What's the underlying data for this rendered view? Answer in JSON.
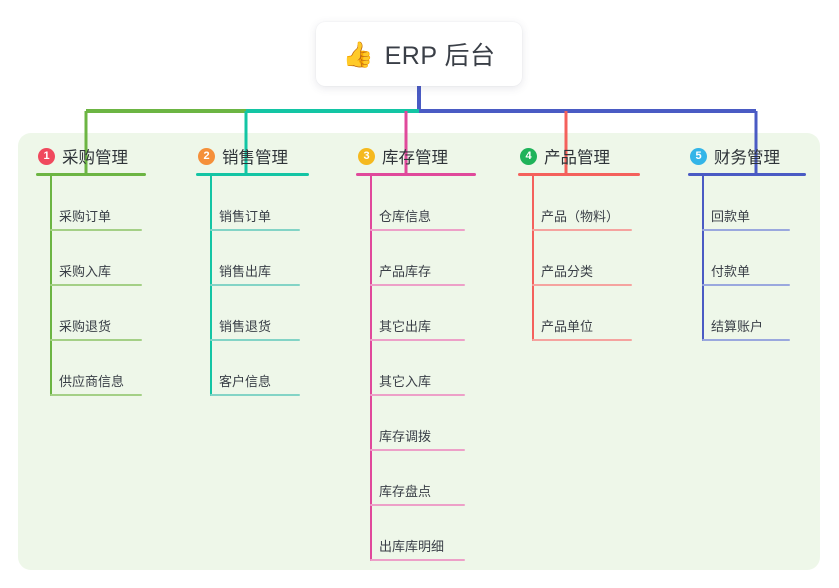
{
  "diagram": {
    "type": "mind-map",
    "title": "ERP 后台",
    "background_panel_color": "#eef7e9",
    "root": {
      "icon": "thumbs-up-icon",
      "emoji": "👍",
      "label": "ERP 后台",
      "box_color": "#ffffff",
      "trunk_color": "#4a5bc4"
    },
    "branches": [
      {
        "number": "1",
        "title": "采购管理",
        "badge_color": "#f0495e",
        "line_color": "#6cb543",
        "leaf_line_color": "#a4d086",
        "items": [
          {
            "label": "采购订单"
          },
          {
            "label": "采购入库"
          },
          {
            "label": "采购退货"
          },
          {
            "label": "供应商信息"
          }
        ]
      },
      {
        "number": "2",
        "title": "销售管理",
        "badge_color": "#f5903a",
        "line_color": "#13c5a4",
        "leaf_line_color": "#83d4c6",
        "items": [
          {
            "label": "销售订单"
          },
          {
            "label": "销售出库"
          },
          {
            "label": "销售退货"
          },
          {
            "label": "客户信息"
          }
        ]
      },
      {
        "number": "3",
        "title": "库存管理",
        "badge_color": "#f5b91f",
        "line_color": "#e0499b",
        "leaf_line_color": "#eda0c8",
        "items": [
          {
            "label": "仓库信息"
          },
          {
            "label": "产品库存"
          },
          {
            "label": "其它出库"
          },
          {
            "label": "其它入库"
          },
          {
            "label": "库存调拨"
          },
          {
            "label": "库存盘点"
          },
          {
            "label": "出库库明细"
          }
        ]
      },
      {
        "number": "4",
        "title": "产品管理",
        "badge_color": "#1fb35a",
        "line_color": "#f4615c",
        "leaf_line_color": "#f5a39f",
        "items": [
          {
            "label": "产品（物料）"
          },
          {
            "label": "产品分类"
          },
          {
            "label": "产品单位"
          }
        ]
      },
      {
        "number": "5",
        "title": "财务管理",
        "badge_color": "#33b5e8",
        "line_color": "#4a5bc4",
        "leaf_line_color": "#9aa8de",
        "items": [
          {
            "label": "回款单"
          },
          {
            "label": "付款单"
          },
          {
            "label": "结算账户"
          }
        ]
      }
    ]
  }
}
